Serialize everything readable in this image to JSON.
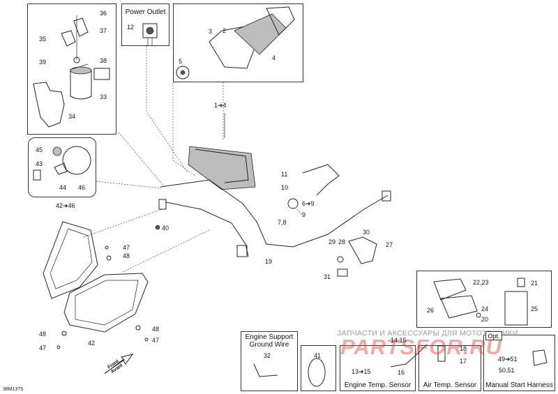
{
  "boxes": {
    "power_outlet": "Power Outlet",
    "engine_support": "Engine Support\nGround Wire",
    "engine_temp": "Engine Temp. Sensor",
    "air_temp": "Air Temp. Sensor",
    "manual_start": "Manual Start Harness"
  },
  "watermark": {
    "line1": "ЗАПЧАСТИ И АКСЕССУАРЫ ДЛЯ МОТОТЕХНИКИ",
    "line2": "PARTSFOR.RU"
  },
  "opt_label": "Opt.",
  "figure_id": "38M1375",
  "front_label": "Front\nAvant",
  "callouts": [
    "36",
    "37",
    "35",
    "38",
    "39",
    "33",
    "34",
    "12",
    "3",
    "2",
    "5",
    "4",
    "1➔4",
    "45",
    "43",
    "44",
    "46",
    "42➔46",
    "40",
    "11",
    "10",
    "6➔9",
    "7,8",
    "9",
    "19",
    "30",
    "29",
    "28",
    "27",
    "31",
    "47",
    "48",
    "48",
    "47",
    "48",
    "47",
    "42",
    "22,23",
    "21",
    "26",
    "24",
    "25",
    "20",
    "32",
    "41",
    "14,15",
    "13➔15",
    "16",
    "18",
    "17",
    "49➔51",
    "50,51"
  ]
}
